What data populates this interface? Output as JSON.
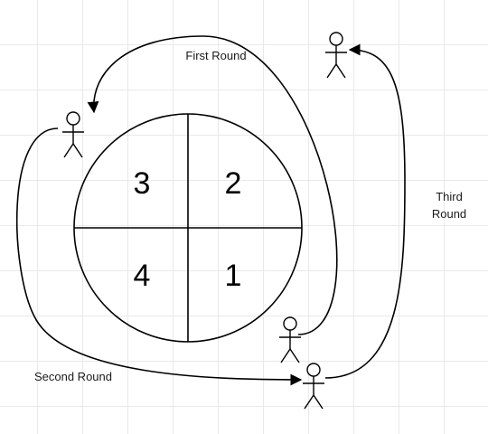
{
  "diagram": {
    "quadrants": {
      "top_left": "3",
      "top_right": "2",
      "bottom_left": "4",
      "bottom_right": "1"
    },
    "labels": {
      "first_round": "First Round",
      "second_round": "Second Round",
      "third_round_line1": "Third",
      "third_round_line2": "Round"
    },
    "figures": [
      "person",
      "person",
      "person",
      "person"
    ],
    "colors": {
      "stroke": "#000000",
      "grid": "#e9e9e9",
      "background": "#ffffff"
    }
  }
}
